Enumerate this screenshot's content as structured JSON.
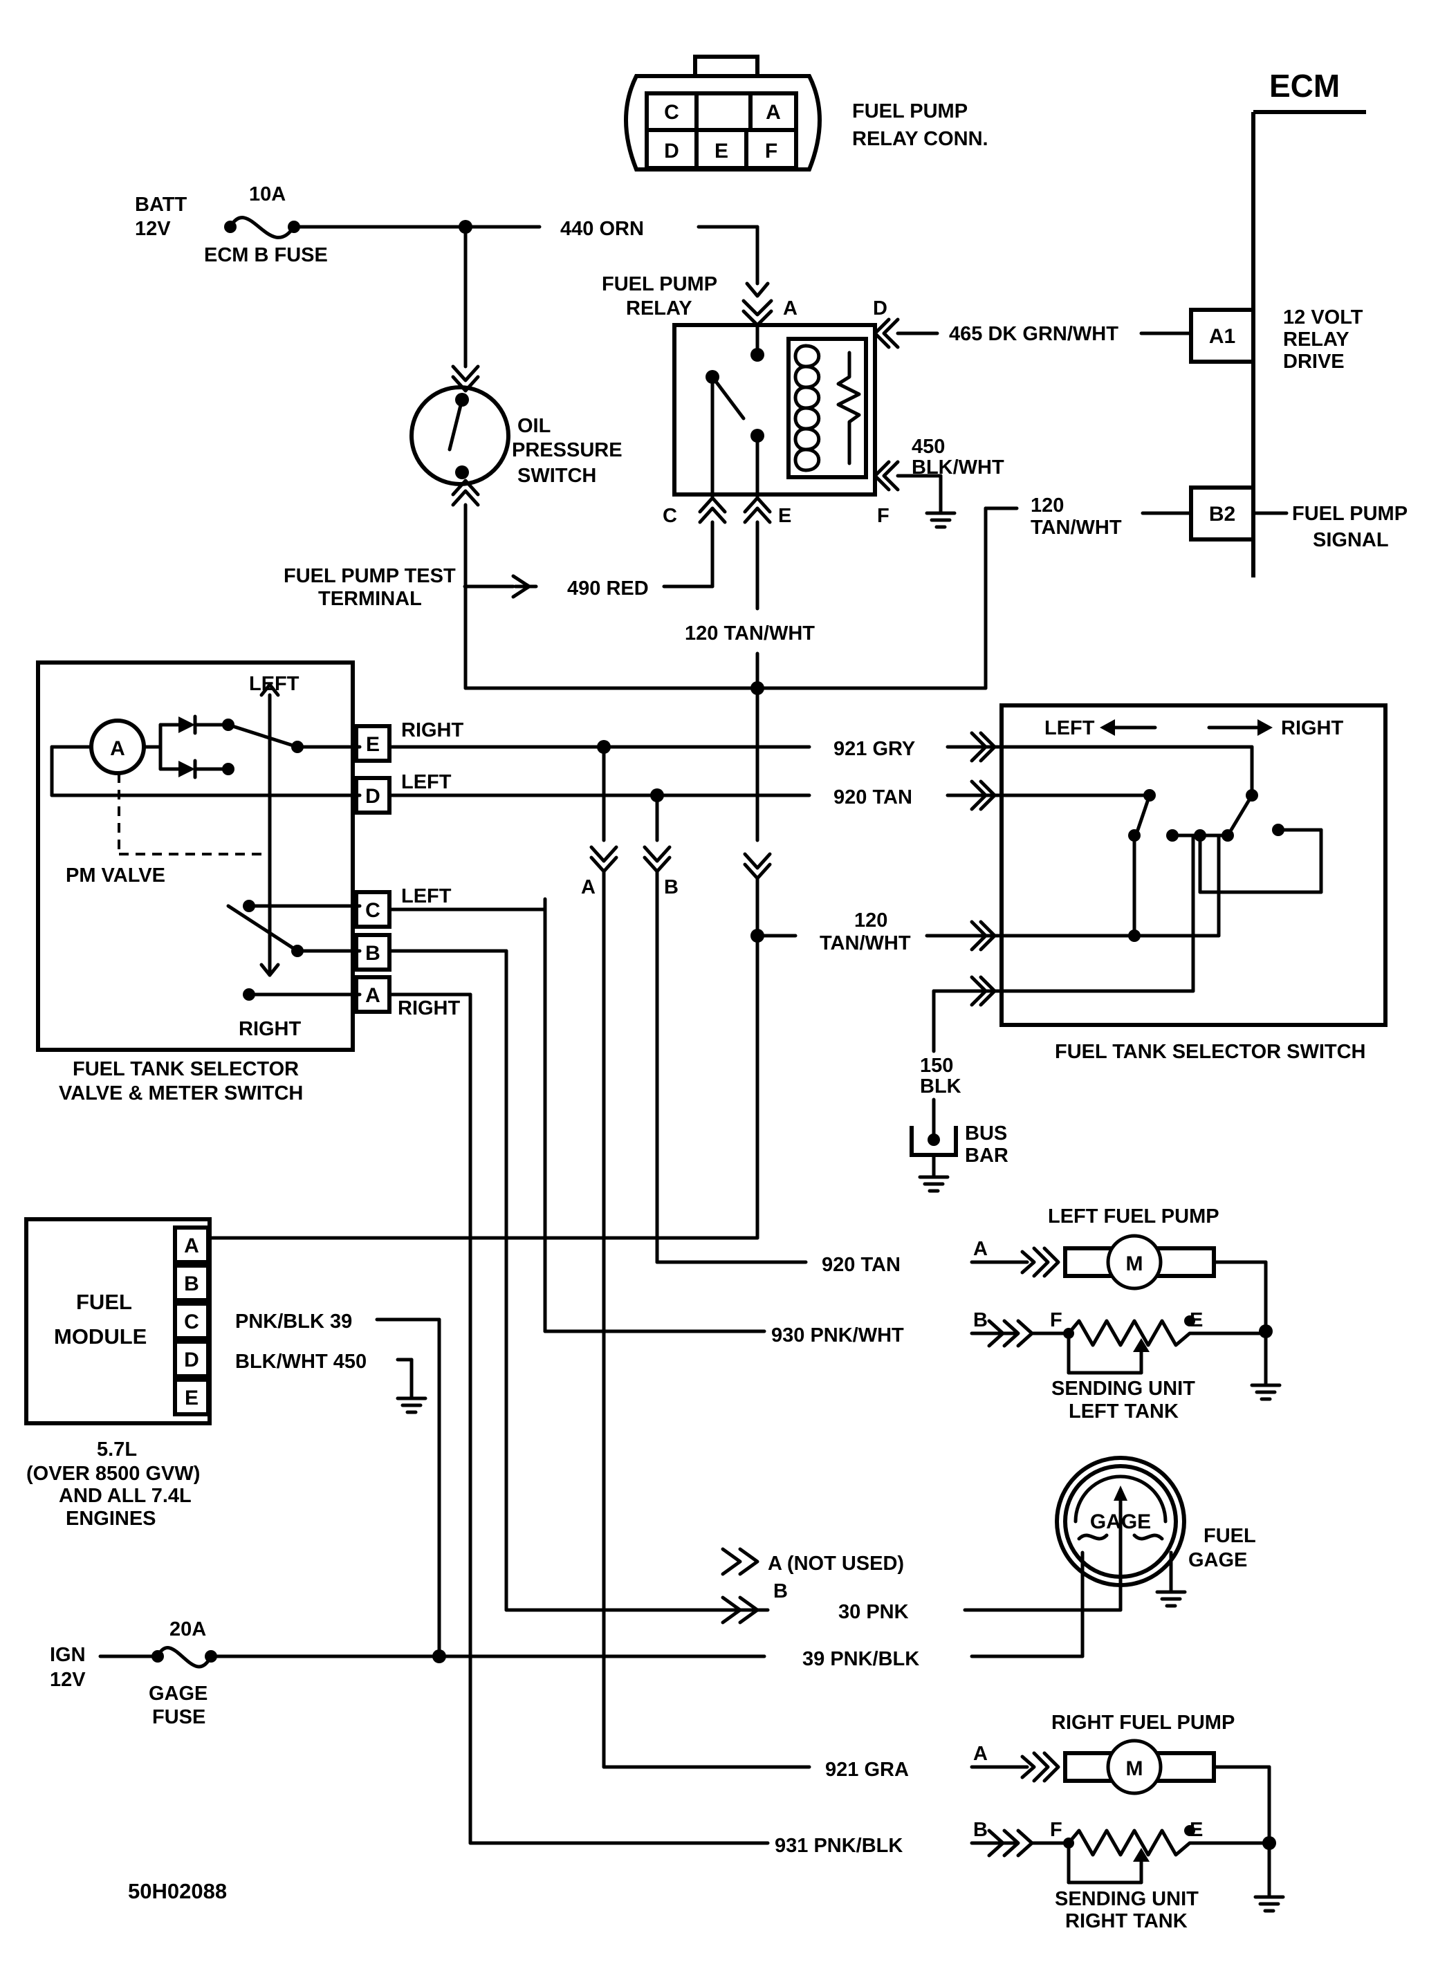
{
  "relay_connector": {
    "title": [
      "FUEL PUMP",
      "RELAY CONN."
    ],
    "pins": [
      "C",
      "A",
      "D",
      "E",
      "F"
    ]
  },
  "ecm": {
    "title": "ECM",
    "a1": {
      "pin": "A1",
      "desc": [
        "12 VOLT",
        "RELAY",
        "DRIVE"
      ]
    },
    "b2": {
      "pin": "B2",
      "desc": [
        "FUEL PUMP",
        "SIGNAL"
      ]
    }
  },
  "battery": {
    "label": [
      "BATT",
      "12V"
    ],
    "fuse_rating": "10A",
    "fuse_name": "ECM B FUSE"
  },
  "wires_top": {
    "w440": "440  ORN",
    "w465": "465 DK GRN/WHT",
    "w450": [
      "450",
      "BLK/WHT"
    ],
    "w120_ecm": [
      "120",
      "TAN/WHT"
    ],
    "w490": "490  RED",
    "w120_mid": "120 TAN/WHT"
  },
  "relay": {
    "title": [
      "FUEL PUMP",
      "RELAY"
    ],
    "pins": {
      "a": "A",
      "d": "D",
      "c": "C",
      "e": "E",
      "f": "F"
    }
  },
  "oil_switch": {
    "label": [
      "OIL",
      "PRESSURE",
      "SWITCH"
    ]
  },
  "test_terminal": [
    "FUEL PUMP TEST",
    "TERMINAL"
  ],
  "selector_valve": {
    "pins": [
      "E",
      "D",
      "C",
      "B",
      "A"
    ],
    "left_top": "LEFT",
    "right_bottom": "RIGHT",
    "meter": "A",
    "pm_valve": "PM VALVE",
    "pin_e_label": "RIGHT",
    "pin_d_label": "LEFT",
    "pin_c_label": "LEFT",
    "pin_a_label": "RIGHT",
    "caption": [
      "FUEL TANK SELECTOR",
      "VALVE & METER SWITCH"
    ]
  },
  "mid_wires": {
    "w921": "921  GRY",
    "w920": "920  TAN",
    "w120": [
      "120",
      "TAN/WHT"
    ],
    "branch_a": "A",
    "branch_b": "B",
    "w150": [
      "150",
      "BLK"
    ],
    "bus_bar": [
      "BUS",
      "BAR"
    ]
  },
  "selector_switch": {
    "left": "LEFT",
    "right": "RIGHT",
    "caption": "FUEL TANK SELECTOR SWITCH"
  },
  "fuel_module": {
    "title": [
      "FUEL",
      "MODULE"
    ],
    "pins": [
      "A",
      "B",
      "C",
      "D",
      "E"
    ],
    "pin_c_wire": "PNK/BLK  39",
    "pin_d_wire": "BLK/WHT  450",
    "caption": [
      "5.7L",
      "(OVER 8500 GVW)",
      "AND  ALL 7.4L",
      "ENGINES"
    ]
  },
  "left_pump": {
    "title": "LEFT FUEL PUMP",
    "motor": "M",
    "wire": "920  TAN",
    "conn": "A"
  },
  "left_sender": {
    "wire": "930 PNK/WHT",
    "conn": "B",
    "f": "F",
    "e": "E",
    "caption": [
      "SENDING UNIT",
      "LEFT TANK"
    ]
  },
  "gage": {
    "inner": "GAGE",
    "label": [
      "FUEL",
      "GAGE"
    ]
  },
  "gage_wires": {
    "not_used": "A (NOT USED)",
    "b": "B",
    "w30": "30 PNK",
    "w39": "39 PNK/BLK"
  },
  "ignition": {
    "label": [
      "IGN",
      "12V"
    ],
    "fuse_rating": "20A",
    "fuse_name": [
      "GAGE",
      "FUSE"
    ]
  },
  "right_pump": {
    "title": "RIGHT FUEL PUMP",
    "motor": "M",
    "wire": "921  GRA",
    "conn": "A"
  },
  "right_sender": {
    "wire": "931 PNK/BLK",
    "conn": "B",
    "f": "F",
    "e": "E",
    "caption": [
      "SENDING UNIT",
      "RIGHT TANK"
    ]
  },
  "figure_id": "50H02088"
}
